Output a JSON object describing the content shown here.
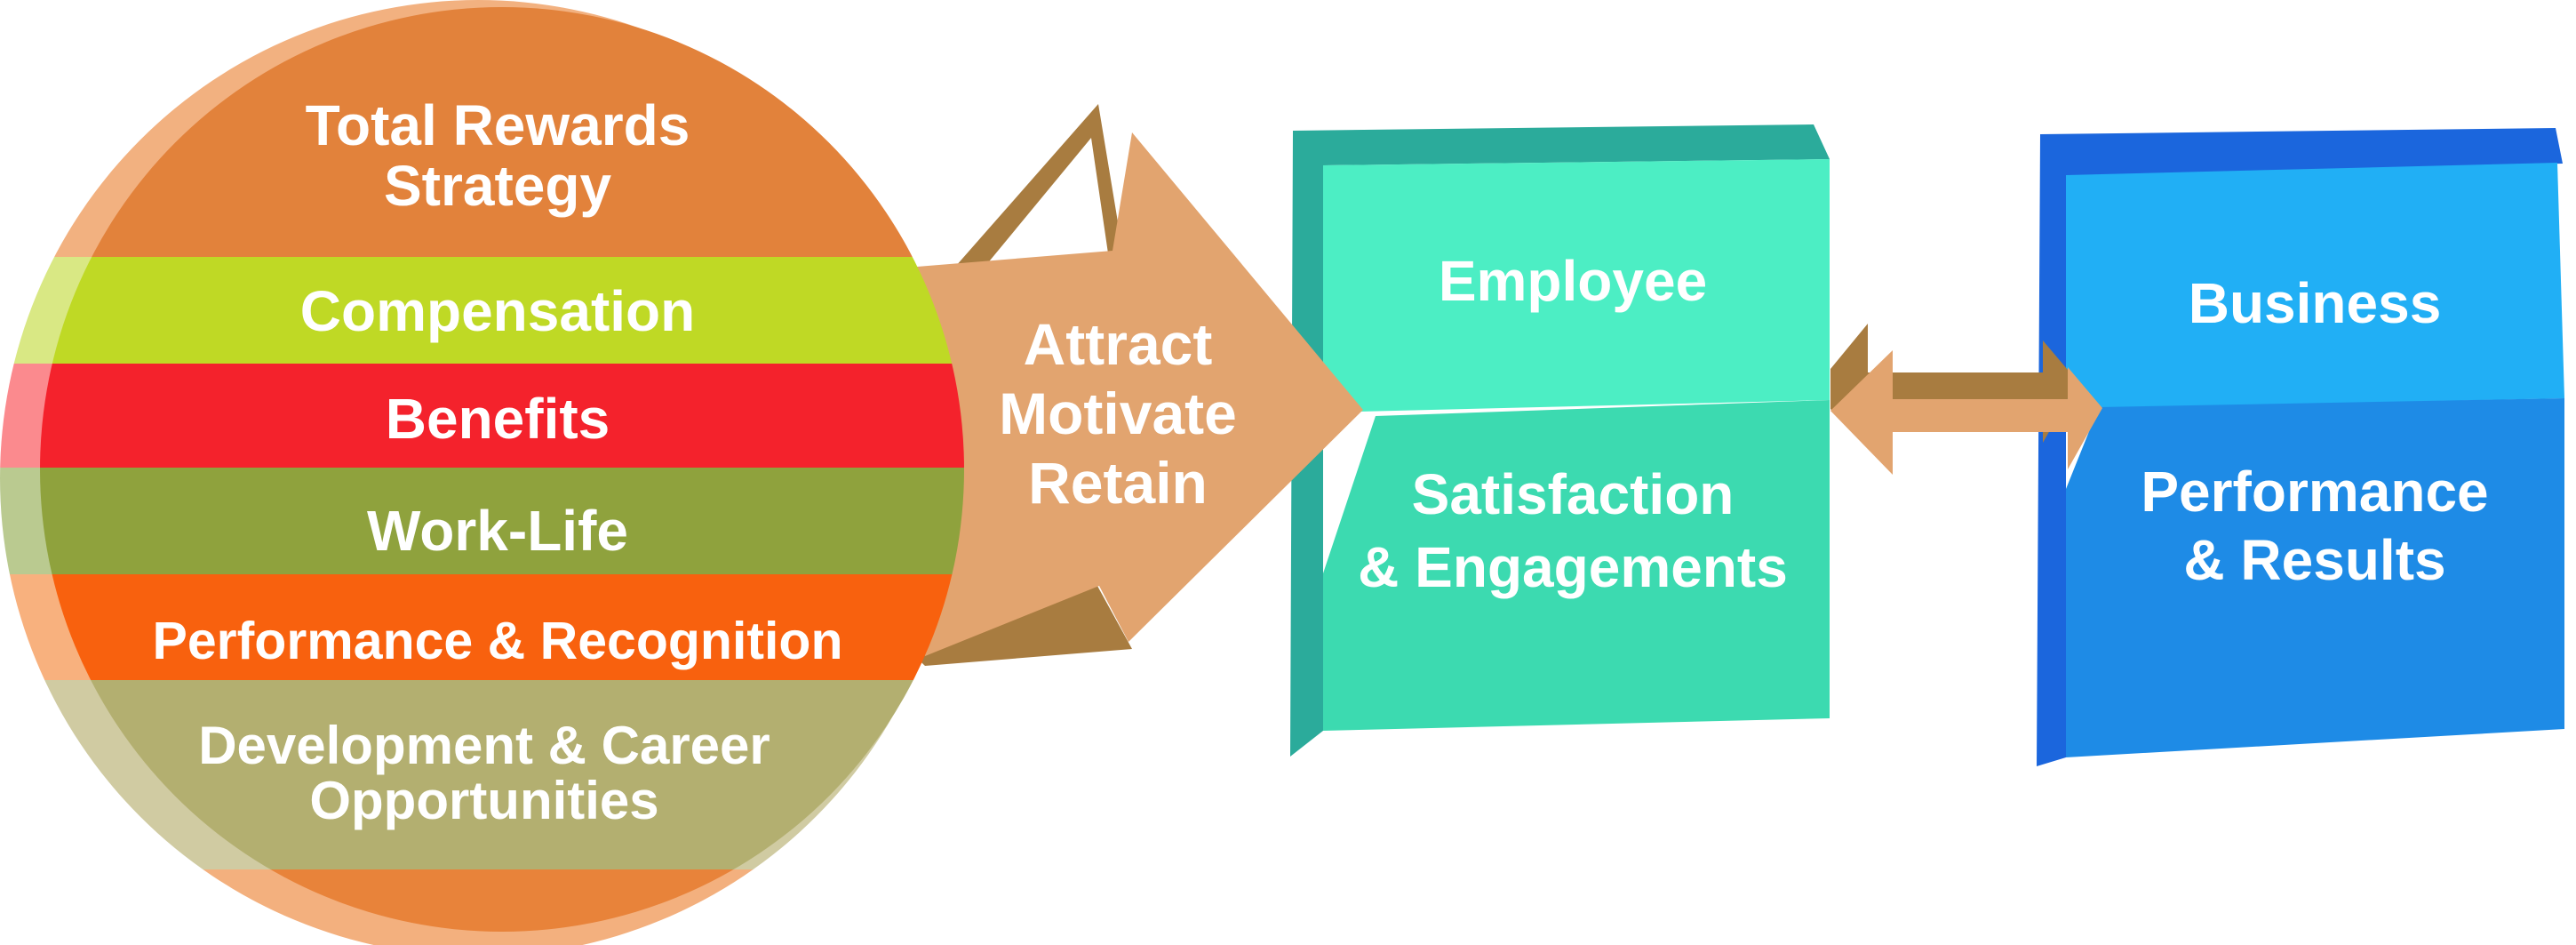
{
  "text_color": "#FFFFFF",
  "circle": {
    "bands": [
      {
        "label_lines": [
          "Total Rewards",
          "Strategy"
        ],
        "color": "#E2823B",
        "rim_color": "#F2B180"
      },
      {
        "label_lines": [
          "Compensation"
        ],
        "color": "#BFD925",
        "rim_color": "#D9E884"
      },
      {
        "label_lines": [
          "Benefits"
        ],
        "color": "#F4222C",
        "rim_color": "#FB8A8E"
      },
      {
        "label_lines": [
          "Work-Life"
        ],
        "color": "#8FA23D",
        "rim_color": "#BACA90"
      },
      {
        "label_lines": [
          "Performance & Recognition"
        ],
        "color": "#F8610E",
        "rim_color": "#F8B17E"
      },
      {
        "label_lines": [
          "Development & Career",
          "Opportunities"
        ],
        "color": "#B3AF70",
        "rim_color": "#D0CBA2"
      },
      {
        "label_lines": [],
        "color": "#E8833A",
        "rim_color": "#F3B07E"
      }
    ]
  },
  "flow_arrow": {
    "label_lines": [
      "Attract",
      "Motivate",
      "Retain"
    ],
    "color": "#E2A46F",
    "shadow_color": "#A87C40"
  },
  "employee_box": {
    "top_label": "Employee",
    "bottom_label_lines": [
      "Satisfaction",
      "& Engagements"
    ],
    "edge_color": "#2BAB9B",
    "top_face_color": "#4CEEC4",
    "bottom_face_color": "#3CDAB0"
  },
  "link_arrow": {
    "color": "#E2A46F",
    "shadow_color": "#A87C40"
  },
  "business_box": {
    "top_label": "Business",
    "bottom_label_lines": [
      "Performance",
      "& Results"
    ],
    "edge_color": "#1B66DD",
    "top_face_color": "#21AFF5",
    "bottom_face_color": "#1E8BE6"
  }
}
